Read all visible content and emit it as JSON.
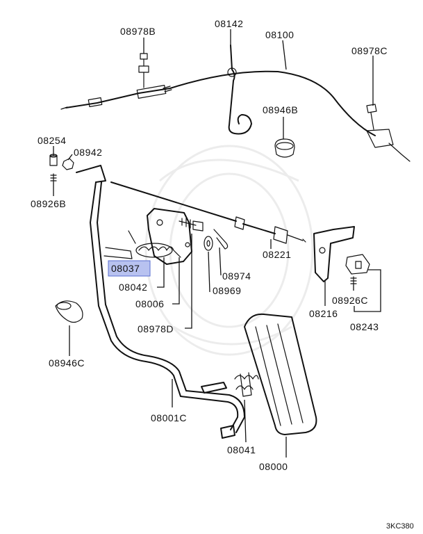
{
  "labels": {
    "p08978b": "08978B",
    "p08142": "08142",
    "p08100": "08100",
    "p08978c": "08978C",
    "p08946b": "08946B",
    "p08254": "08254",
    "p08942": "08942",
    "p08926b": "08926B",
    "p08037": "08037",
    "p08042": "08042",
    "p08006": "08006",
    "p08978d": "08978D",
    "p08974": "08974",
    "p08969": "08969",
    "p08221": "08221",
    "p08216": "08216",
    "p08926c": "08926C",
    "p08243": "08243",
    "p08946c": "08946C",
    "p08001c": "08001C",
    "p08041": "08041",
    "p08000": "08000"
  },
  "diagram_code": "3KC380",
  "highlight": {
    "part": "08037",
    "color": "#b8c2f0"
  }
}
